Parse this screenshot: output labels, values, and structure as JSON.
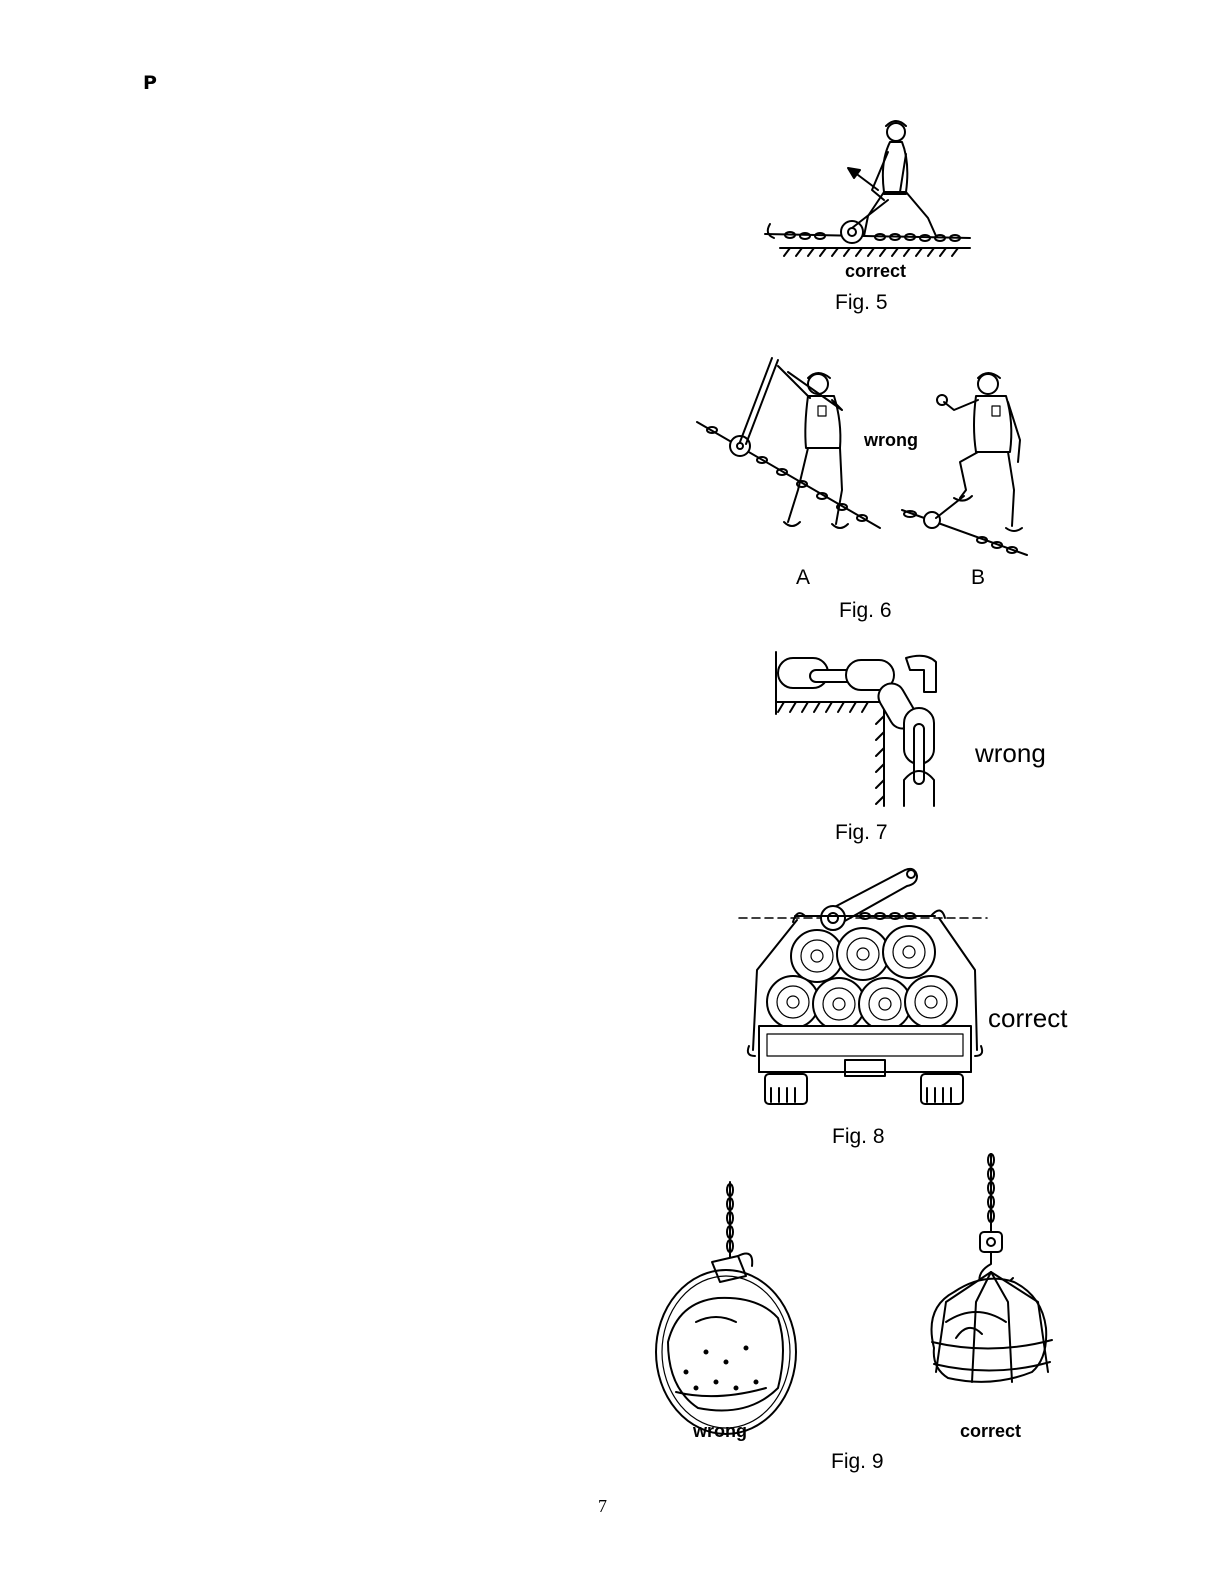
{
  "header": {
    "letter": "P"
  },
  "figures": {
    "fig5": {
      "caption": "Fig. 5",
      "label": "correct",
      "illustration": "man-pulling-lever-hoist-kneeling"
    },
    "fig6": {
      "caption": "Fig. 6",
      "label": "wrong",
      "left_label": "A",
      "right_label": "B",
      "illustration": "man-misusing-lever-hoist"
    },
    "fig7": {
      "caption": "Fig. 7",
      "label": "wrong",
      "illustration": "chain-over-sharp-edge"
    },
    "fig8": {
      "caption": "Fig. 8",
      "label": "correct",
      "illustration": "logs-secured-on-truck"
    },
    "fig9": {
      "caption": "Fig. 9",
      "left_label": "wrong",
      "right_label": "correct",
      "illustration": "rock-slinging-comparison"
    }
  },
  "footer": {
    "page_number": "7"
  }
}
